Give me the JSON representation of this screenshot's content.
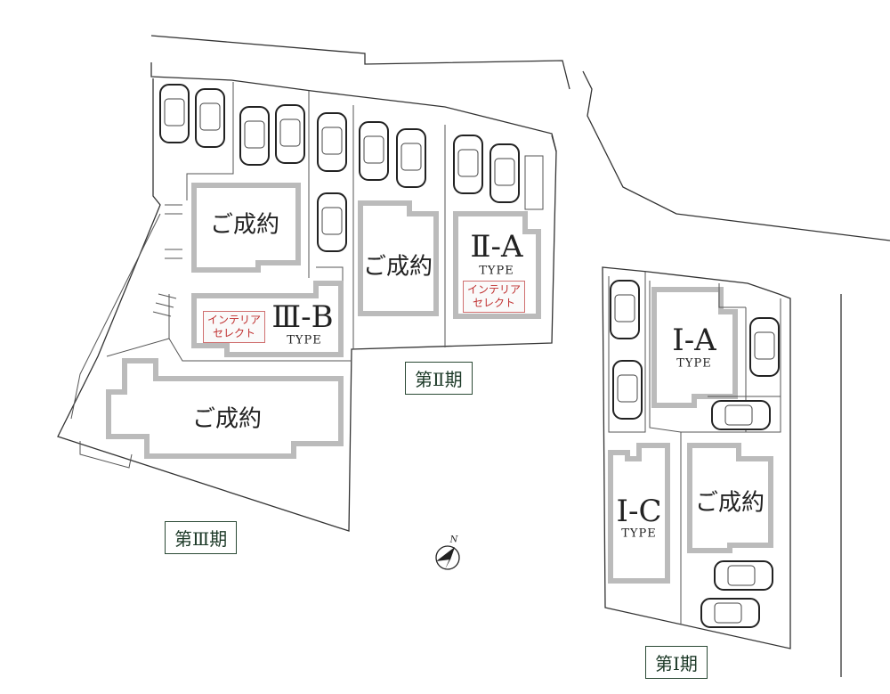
{
  "phases": {
    "phase1": "第Ⅰ期",
    "phase2": "第Ⅱ期",
    "phase3": "第Ⅲ期"
  },
  "lots": {
    "sold_label": "ご成約",
    "type_label": "TYPE",
    "interior_select": [
      "インテリア",
      "セレクト"
    ],
    "iiia": "Ⅲ-B",
    "iia": "Ⅱ-A",
    "ia": "I-A",
    "ic": "I-C"
  },
  "compass": {
    "label": "N"
  },
  "colors": {
    "building_outline": "#bbbbbb",
    "select_red": "#c03030",
    "phase_green": "#1d3a28"
  }
}
